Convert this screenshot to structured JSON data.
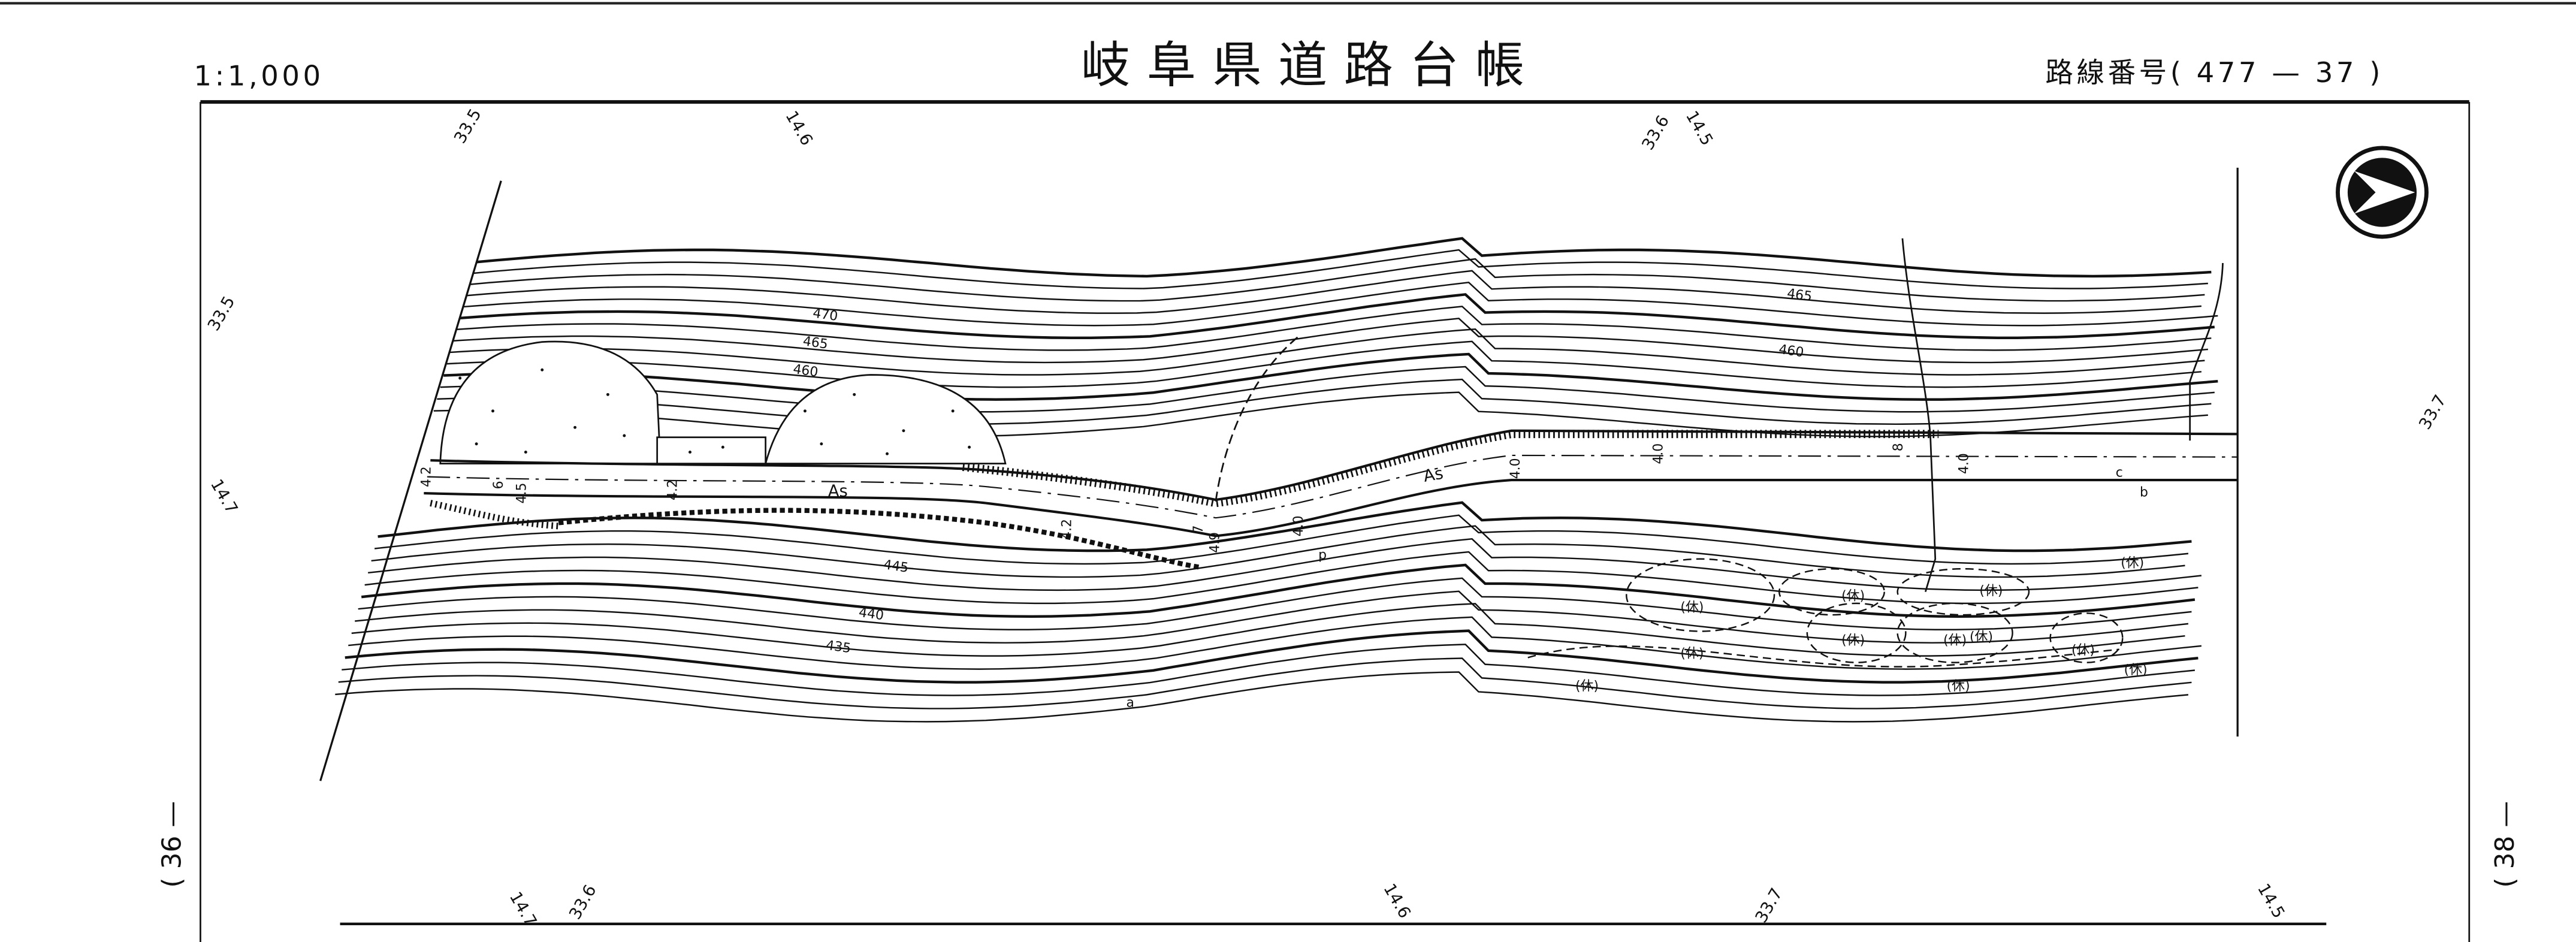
{
  "header": {
    "scale": "1:1,000",
    "title": "岐阜県道路台帳",
    "route_number": "路線番号( 477 — 37 )"
  },
  "sheet_refs": {
    "prev": "( 36 —",
    "next": "( 38 —"
  },
  "edge_labels": {
    "top": [
      "33.5",
      "14.6",
      "33.6",
      "14.5"
    ],
    "left": [
      "33.5",
      "14.7"
    ],
    "right": [
      "33.7"
    ],
    "bottom": [
      "14.7",
      "33.6",
      "14.6",
      "33.7",
      "14.5"
    ]
  },
  "contour_labels": [
    "470",
    "465",
    "460",
    "445",
    "440",
    "435",
    "465",
    "460"
  ],
  "road": {
    "surface_labels": [
      "As",
      "As"
    ],
    "width_labels": [
      "4.2",
      "6",
      "4.5",
      "4.2",
      "4.2",
      "7",
      "4.9",
      "4.0",
      "4.0",
      "4.0",
      "8",
      "4.0"
    ],
    "misc_labels": [
      "c",
      "b",
      "p",
      "a"
    ]
  },
  "land_use": {
    "fallow_label": "(休)",
    "count": 12
  },
  "colors": {
    "ink": "#111111",
    "paper": "#ffffff"
  }
}
